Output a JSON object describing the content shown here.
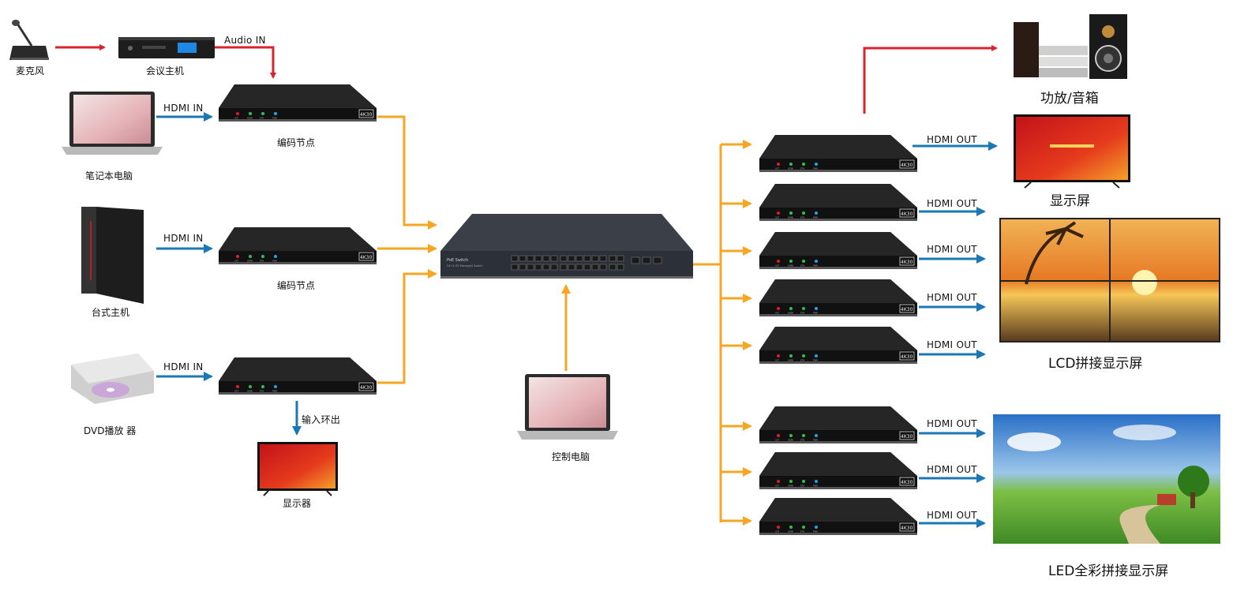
{
  "sources": {
    "microphone": "麦克风",
    "conference_host": "会议主机",
    "laptop": "笔记本电脑",
    "desktop": "台式主机",
    "dvd": "DVD播放 器",
    "loop_display": "显示器",
    "control_pc": "控制电脑"
  },
  "nodes": {
    "encoder_1": "编码节点",
    "encoder_2": "编码节点",
    "badge": "4K30",
    "leds": [
      "ACT",
      "HDMI",
      "ETH",
      "PWR"
    ]
  },
  "switch": {
    "title": "PoE Switch",
    "subtitle": "24+4 GE Managed Switch"
  },
  "links": {
    "audio_in": "Audio IN",
    "hdmi_in": "HDMI IN",
    "hdmi_out": "HDMI OUT",
    "loop_out": "输入环出"
  },
  "outputs": {
    "speaker": "功放/音箱",
    "tv": "显示屏",
    "lcd_wall": "LCD拼接显示屏",
    "led_wall": "LED全彩拼接显示屏"
  },
  "colors": {
    "audio": "#d9232e",
    "hdmi": "#1b78b5",
    "network": "#f5a623",
    "device": "#1a1a1a"
  }
}
